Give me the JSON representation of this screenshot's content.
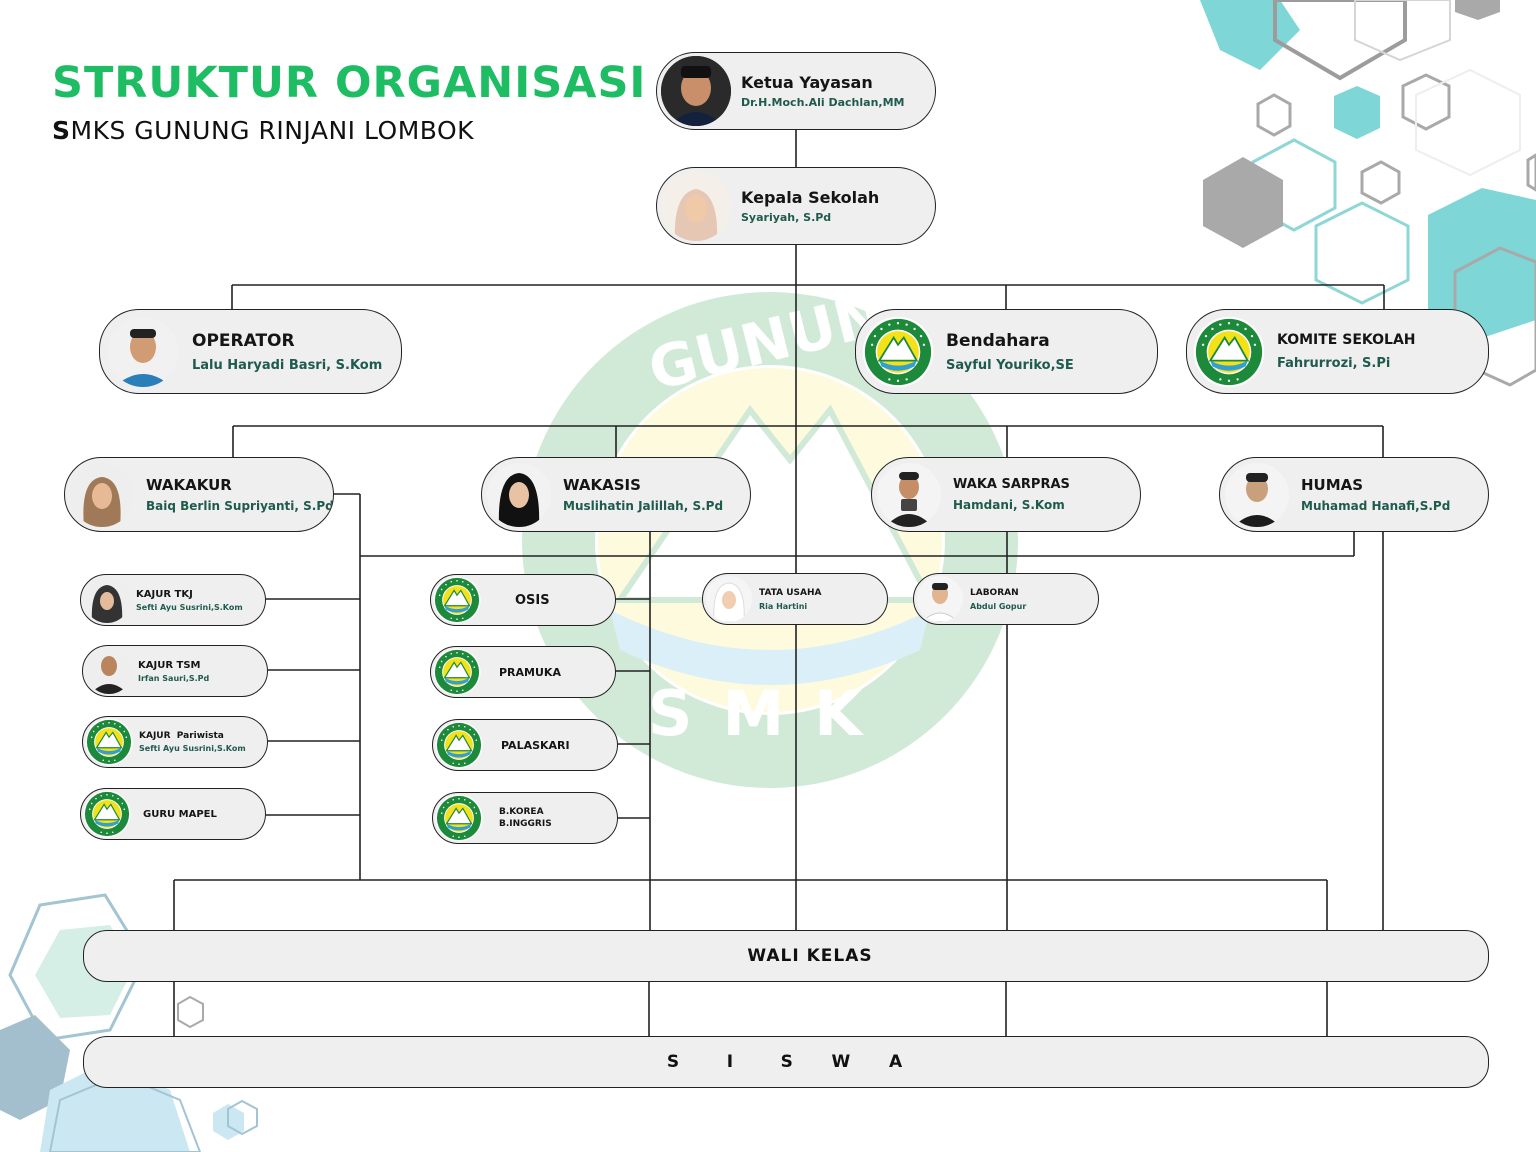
{
  "header": {
    "title": "STRUKTUR ORGANISASI",
    "subtitle_initial": "S",
    "subtitle_rest": "MKS GUNUNG RINJANI LOMBOK"
  },
  "logo": {
    "arc_text": "GUNUNG RINJANI LOMBOK",
    "bottom_text": "SMK"
  },
  "colors": {
    "title": "#1ebd63",
    "name": "#1f5a4e",
    "logo_green": "#1c8a3a",
    "logo_yellow": "#f3e21a",
    "hex_teal": "#7ed6d6",
    "hex_grey": "#a9a9a9"
  },
  "nodes": {
    "ketua_yayasan": {
      "role": "Ketua Yayasan",
      "name": "Dr.H.Moch.Ali Dachlan,MM",
      "icon": "photo"
    },
    "kepala_sekolah": {
      "role": "Kepala Sekolah",
      "name": "Syariyah, S.Pd",
      "icon": "photo"
    },
    "operator": {
      "role": "OPERATOR",
      "name": "Lalu Haryadi Basri, S.Kom",
      "icon": "photo"
    },
    "bendahara": {
      "role": "Bendahara",
      "name": "Sayful Youriko,SE",
      "icon": "school-logo"
    },
    "komite": {
      "role": "KOMITE SEKOLAH",
      "name": "Fahrurrozi, S.Pi",
      "icon": "school-logo"
    },
    "wakakur": {
      "role": "WAKAKUR",
      "name": "Baiq Berlin Supriyanti, S.Pd",
      "icon": "photo"
    },
    "wakasis": {
      "role": "WAKASIS",
      "name": "Muslihatin Jalillah, S.Pd",
      "icon": "photo"
    },
    "waka_sarpras": {
      "role": "WAKA SARPRAS",
      "name": "Hamdani, S.Kom",
      "icon": "photo"
    },
    "humas": {
      "role": "HUMAS",
      "name": "Muhamad Hanafi,S.Pd",
      "icon": "photo"
    },
    "kajur_tkj": {
      "role": "KAJUR TKJ",
      "name": "Sefti Ayu Susrini,S.Kom",
      "icon": "photo"
    },
    "kajur_tsm": {
      "role": "KAJUR TSM",
      "name": "Irfan Sauri,S.Pd",
      "icon": "photo"
    },
    "kajur_pariwisata": {
      "role": "KAJUR  Pariwista",
      "name": "Sefti Ayu Susrini,S.Kom",
      "icon": "school-logo"
    },
    "guru_mapel": {
      "role": "GURU MAPEL",
      "name": "",
      "icon": "school-logo"
    },
    "osis": {
      "role": "OSIS",
      "name": "",
      "icon": "school-logo"
    },
    "pramuka": {
      "role": "PRAMUKA",
      "name": "",
      "icon": "school-logo"
    },
    "palaskari": {
      "role": "PALASKARI",
      "name": "",
      "icon": "school-logo"
    },
    "bahasa": {
      "role": "B.KOREA",
      "name": "B.INGGRIS",
      "icon": "school-logo"
    },
    "tata_usaha": {
      "role": "TATA USAHA",
      "name": "Ria Hartini",
      "icon": "photo"
    },
    "laboran": {
      "role": "LABORAN",
      "name": "Abdul Gopur",
      "icon": "photo"
    }
  },
  "wali_kelas": "WALI KELAS",
  "siswa": "S     I     S    W    A"
}
